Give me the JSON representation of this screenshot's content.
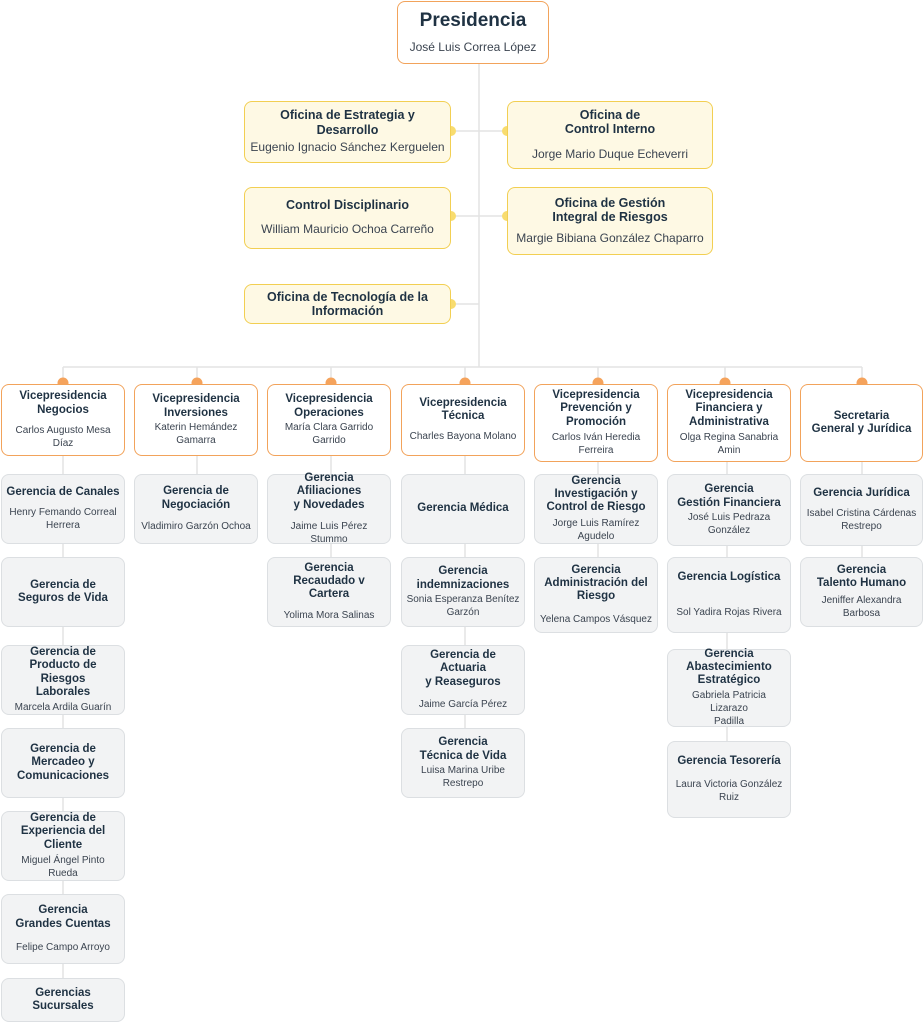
{
  "presidencia": {
    "title": "Presidencia",
    "name": "José Luis Correa López"
  },
  "offices": [
    {
      "title": "Oficina de Estrategia y\nDesarrollo",
      "name": "Eugenio Ignacio Sánchez Kerguelen"
    },
    {
      "title": "Oficina de\nControl Interno",
      "name": "Jorge Mario Duque Echeverri"
    },
    {
      "title": "Control Disciplinario",
      "name": "William Mauricio Ochoa Carreño"
    },
    {
      "title": "Oficina de Gestión\nIntegral de Riesgos",
      "name": "Margie Bibiana González Chaparro"
    },
    {
      "title": "Oficina de Tecnología de la\nInformación",
      "name": ""
    }
  ],
  "vps": [
    {
      "title": "Vicepresidencia\nNegocios",
      "name": "Carlos Augusto Mesa Díaz"
    },
    {
      "title": "Vicepresidencia\nInversiones",
      "name": "Katerin Hemández\nGamarra"
    },
    {
      "title": "Vicepresidencia\nOperaciones",
      "name": "María Clara Garrido\nGarrido"
    },
    {
      "title": "Vicepresidencia\nTécnica",
      "name": "Charles Bayona Molano"
    },
    {
      "title": "Vicepresidencia\nPrevención y\nPromoción",
      "name": "Carlos Iván Heredia\nFerreira"
    },
    {
      "title": "Vicepresidencia\nFinanciera y\nAdministrativa",
      "name": "Olga Regina Sanabria\nAmin"
    },
    {
      "title": "Secretaria\nGeneral y Jurídica",
      "name": ""
    }
  ],
  "gerencias": [
    [
      {
        "title": "Gerencia de Canales",
        "name": "Henry Femando Correal\nHerrera"
      },
      {
        "title": "Gerencia de\nSeguros de Vida",
        "name": ""
      },
      {
        "title": "Gerencia de\nProducto de Riesgos\nLaborales",
        "name": "Marcela Ardila Guarín"
      },
      {
        "title": "Gerencia de\nMercadeo y\nComunicaciones",
        "name": ""
      },
      {
        "title": "Gerencia de\nExperiencia del\nCliente",
        "name": "Miguel Ángel Pinto Rueda"
      },
      {
        "title": "Gerencia\nGrandes Cuentas",
        "name": "Felipe Campo Arroyo"
      },
      {
        "title": "Gerencias\nSucursales",
        "name": ""
      }
    ],
    [
      {
        "title": "Gerencia de\nNegociación",
        "name": "Vladimiro Garzón Ochoa"
      }
    ],
    [
      {
        "title": "Gerencia Afiliaciones\ny Novedades",
        "name": "Jaime Luis Pérez Stummo"
      },
      {
        "title": "Gerencia\nRecaudado v Cartera",
        "name": "Yolima Mora Salinas"
      }
    ],
    [
      {
        "title": "Gerencia Médica",
        "name": ""
      },
      {
        "title": "Gerencia\nindemnizaciones",
        "name": "Sonia Esperanza Benítez\nGarzón"
      },
      {
        "title": "Gerencia de Actuaria\ny Reaseguros",
        "name": "Jaime García Pérez"
      },
      {
        "title": "Gerencia\nTécnica de Vida",
        "name": "Luisa Marina Uribe\nRestrepo"
      }
    ],
    [
      {
        "title": "Gerencia\nInvestigación y\nControl de Riesgo",
        "name": "Jorge Luis Ramírez\nAgudelo"
      },
      {
        "title": "Gerencia\nAdministración del\nRiesgo",
        "name": "Yelena Campos Vásquez"
      }
    ],
    [
      {
        "title": "Gerencia\nGestión Financiera",
        "name": "José Luis Pedraza\nGonzález"
      },
      {
        "title": "Gerencia Logística",
        "name": "Sol Yadira Rojas Rivera"
      },
      {
        "title": "Gerencia\nAbastecimiento\nEstratégico",
        "name": "Gabriela Patricia Lizarazo\nPadilla"
      },
      {
        "title": "Gerencia Tesorería",
        "name": "Laura Victoria González\nRuiz"
      }
    ],
    [
      {
        "title": "Gerencia Jurídica",
        "name": "Isabel Cristina Cárdenas\nRestrepo"
      },
      {
        "title": "Gerencia\nTalento Humano",
        "name": "Jeniffer Alexandra\nBarbosa"
      }
    ]
  ],
  "colors": {
    "accent": "#f2a35b",
    "office_border": "#f2cf52",
    "office_fill": "#fef9e4",
    "line": "#e6e6e6",
    "dot": "#f5a35c",
    "card": "#f2f3f4"
  }
}
